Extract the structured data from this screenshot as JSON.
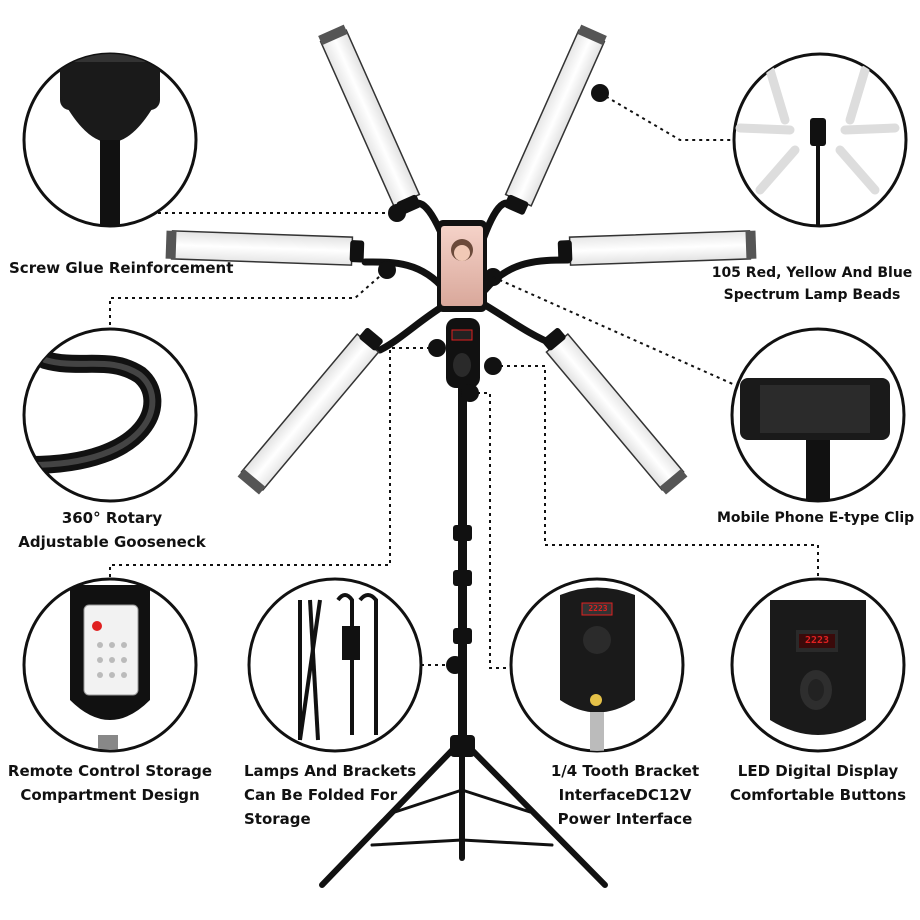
{
  "features": {
    "screw_glue": {
      "line1": "Screw Glue Reinforcement"
    },
    "spectrum": {
      "line1": "105 Red, Yellow And Blue",
      "line2": "Spectrum Lamp Beads"
    },
    "gooseneck": {
      "line1": "360° Rotary",
      "line2": "Adjustable Gooseneck"
    },
    "phone_clip": {
      "line1": "Mobile Phone E-type Clip"
    },
    "remote_storage": {
      "line1": "Remote Control Storage",
      "line2": "Compartment Design"
    },
    "foldable": {
      "line1": "Lamps And Brackets",
      "line2": "Can Be Folded For",
      "line3": "Storage"
    },
    "bracket_interface": {
      "line1": "1/4 Tooth Bracket",
      "line2": "InterfaceDC12V",
      "line3": "Power Interface"
    },
    "led_display": {
      "line1": "LED Digital Display",
      "line2": "Comfortable Buttons"
    }
  },
  "display_readout": "2223",
  "colors": {
    "lamp_body": "#f4f4f4",
    "frame": "#111111",
    "accent_red": "#e02020",
    "cap_gray": "#555555"
  }
}
